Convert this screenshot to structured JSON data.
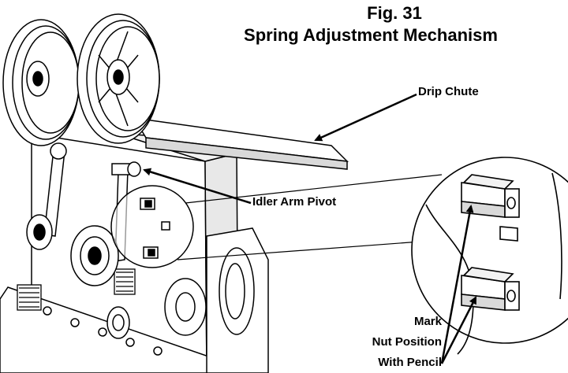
{
  "figure": {
    "number": "Fig. 31",
    "title": "Spring Adjustment Mechanism"
  },
  "callouts": {
    "drip_chute": "Drip Chute",
    "idler_arm_pivot": "Idler Arm Pivot",
    "mark_nut": [
      "Mark",
      "Nut Position",
      "With Pencil"
    ]
  }
}
